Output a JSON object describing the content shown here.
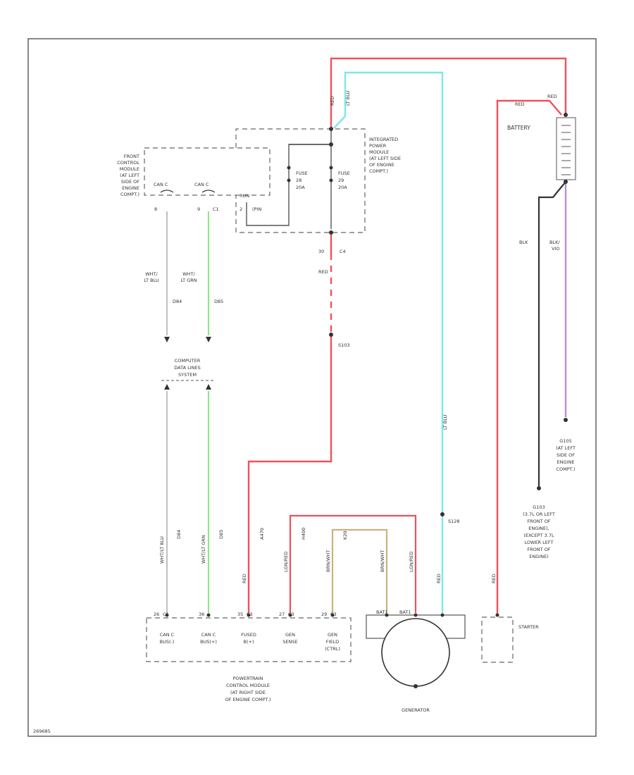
{
  "colors": {
    "red": "#f0505a",
    "light_blue": "#7ee6ee",
    "light_green": "#8ee68a",
    "tan": "#c9b27a",
    "purple": "#b48ed6",
    "black": "#333333",
    "gray_wire": "#b8b8b8",
    "frame": "#555555",
    "dashed_box": "#666666"
  },
  "diagram_code": "269685",
  "battery": {
    "label": "BATTERY"
  },
  "starter": {
    "label": "STARTER"
  },
  "generator": {
    "label": "GENERATOR",
    "pin_left": "BAT1",
    "pin_right": "BAT1"
  },
  "fcm": {
    "label": [
      "FRONT",
      "CONTROL",
      "MODULE",
      "(AT LEFT",
      "SIDE OF",
      "ENGINE",
      "COMPT.)"
    ],
    "pin1_label": "CAN C",
    "pin2_label": "CAN C",
    "pin3_label": "RUN",
    "pin1_num": "8",
    "pin2_num": "9",
    "pin2_conn": "C1",
    "pin3_num": "2",
    "pin3_conn": "(PIN"
  },
  "ipm": {
    "label": [
      "INTEGRATED",
      "POWER",
      "MODULE",
      "(AT LEFT SIDE",
      "OF ENGINE",
      "COMPT.)"
    ],
    "fuse1": [
      "FUSE",
      "28",
      "20A"
    ],
    "fuse2": [
      "FUSE",
      "29",
      "20A"
    ],
    "out_pin": "30",
    "out_conn": "C4"
  },
  "wires": {
    "fcm_w1_color": "WHT/",
    "fcm_w1_color2": "LT BLU",
    "fcm_w1_circuit": "D84",
    "fcm_w2_color": "WHT/",
    "fcm_w2_color2": "LT GRN",
    "fcm_w2_circuit": "D85",
    "ipm_out_color": "RED",
    "splice_s103": "S103",
    "red_top": "RED",
    "ltblu_top": "LT BLU",
    "ltblu_mid": "LT BLU",
    "red_starter": "RED",
    "red_batt": "RED",
    "blk1": "BLK",
    "blk2": "BLK/",
    "blk3": "VIO",
    "splice_s128": "S128",
    "pcm_w1": "WHT/LT BLU",
    "pcm_w1_circ": "D84",
    "pcm_w2": "WHT/LT GRN",
    "pcm_w2_circ": "D85",
    "pcm_w3": "RED",
    "pcm_w3_circ": "A470",
    "pcm_w4": "LGN/RED",
    "pcm_w4_circ": "H400",
    "pcm_w5": "BRN/WHT",
    "pcm_w5_circ": "K20",
    "gen_w1": "BRN/WHT",
    "gen_w2": "LGN/RED",
    "gen_w3": "RED"
  },
  "computer_data": [
    "COMPUTER",
    "DATA LINES",
    "SYSTEM"
  ],
  "pcm": {
    "label": [
      "POWERTRAIN",
      "CONTROL MODULE",
      "(AT RIGHT SIDE",
      "OF ENGINE COMPT.)"
    ],
    "pins": [
      {
        "num": "26",
        "conn": "C1",
        "label": [
          "CAN C",
          "BUS(-)"
        ]
      },
      {
        "num": "36",
        "conn": "",
        "label": [
          "CAN C",
          "BUS(+)"
        ]
      },
      {
        "num": "35",
        "conn": "C3",
        "label": [
          "FUSED",
          "B(+)"
        ]
      },
      {
        "num": "27",
        "conn": "C3",
        "label": [
          "GEN",
          "SENSE"
        ]
      },
      {
        "num": "29",
        "conn": "C3",
        "label": [
          "GEN",
          "FIELD",
          "(CTRL)"
        ]
      }
    ]
  },
  "grounds": {
    "g1": [
      "G105",
      "(AT LEFT",
      "SIDE OF",
      "ENGINE",
      "COMPT.)"
    ],
    "g2": [
      "G103",
      "(3.7L OR LEFT",
      "FRONT OF",
      "ENGINE),",
      "(EXCEPT 3.7L",
      "LOWER LEFT",
      "FRONT OF",
      "ENGINE)"
    ]
  }
}
